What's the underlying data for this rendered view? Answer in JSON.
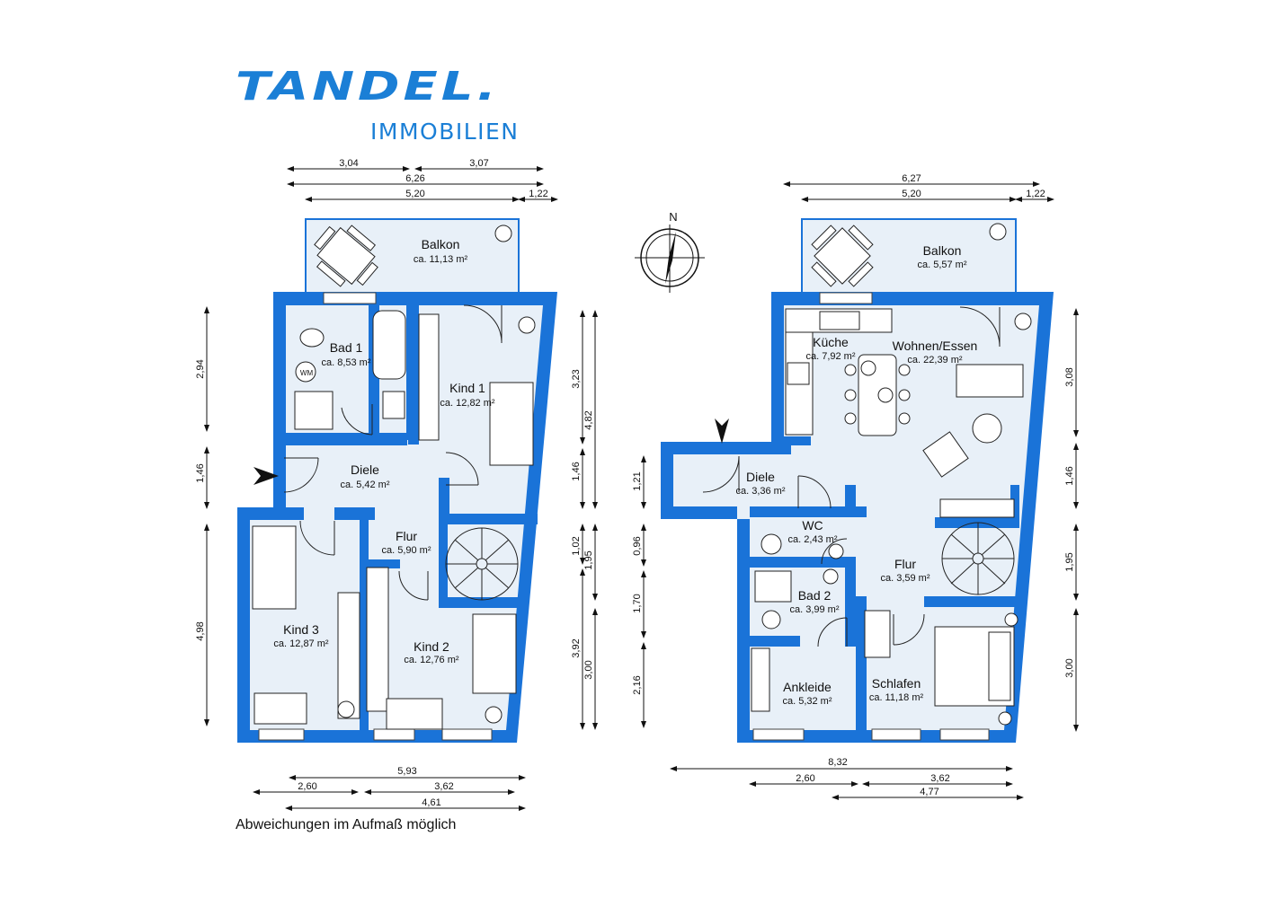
{
  "logo": {
    "brand": "TANDEL.",
    "sub": "IMMOBILIEN"
  },
  "note": "Abweichungen im Aufmaß möglich",
  "compass": {
    "north_label": "N"
  },
  "plan_left": {
    "rooms": [
      {
        "key": "balkon",
        "label": "Balkon",
        "area": "ca. 11,13 m²"
      },
      {
        "key": "bad1",
        "label": "Bad 1",
        "area": "ca. 8,53 m²"
      },
      {
        "key": "kind1",
        "label": "Kind 1",
        "area": "ca. 12,82 m²"
      },
      {
        "key": "diele",
        "label": "Diele",
        "area": "ca. 5,42 m²"
      },
      {
        "key": "flur",
        "label": "Flur",
        "area": "ca. 5,90 m²"
      },
      {
        "key": "kind3",
        "label": "Kind 3",
        "area": "ca. 12,87 m²"
      },
      {
        "key": "kind2",
        "label": "Kind 2",
        "area": "ca. 12,76 m²"
      }
    ],
    "wm_label": "WM",
    "dims_top": [
      "3,04",
      "3,07",
      "6,26",
      "5,20",
      "1,22"
    ],
    "dims_left": [
      "2,94",
      "1,46",
      "4,98"
    ],
    "dims_right": [
      "3,23",
      "4,82",
      "1,46",
      "1,02",
      "1,95",
      "3,92",
      "3,00"
    ],
    "dims_bottom": [
      "5,93",
      "2,60",
      "3,62",
      "4,61"
    ]
  },
  "plan_right": {
    "rooms": [
      {
        "key": "balkon",
        "label": "Balkon",
        "area": "ca. 5,57 m²"
      },
      {
        "key": "kueche",
        "label": "Küche",
        "area": "ca. 7,92 m²"
      },
      {
        "key": "wohnen",
        "label": "Wohnen/Essen",
        "area": "ca. 22,39 m²"
      },
      {
        "key": "diele",
        "label": "Diele",
        "area": "ca. 3,36 m²"
      },
      {
        "key": "wc",
        "label": "WC",
        "area": "ca. 2,43 m²"
      },
      {
        "key": "flur",
        "label": "Flur",
        "area": "ca. 3,59 m²"
      },
      {
        "key": "bad2",
        "label": "Bad 2",
        "area": "ca. 3,99 m²"
      },
      {
        "key": "ankleide",
        "label": "Ankleide",
        "area": "ca. 5,32 m²"
      },
      {
        "key": "schlafen",
        "label": "Schlafen",
        "area": "ca. 11,18 m²"
      }
    ],
    "dims_top": [
      "6,27",
      "5,20",
      "1,22"
    ],
    "dims_left": [
      "1,21",
      "0,96",
      "1,70",
      "2,16"
    ],
    "dims_right": [
      "3,08",
      "1,46",
      "1,95",
      "3,00"
    ],
    "dims_bottom": [
      "8,32",
      "2,60",
      "3,62",
      "4,77"
    ]
  }
}
